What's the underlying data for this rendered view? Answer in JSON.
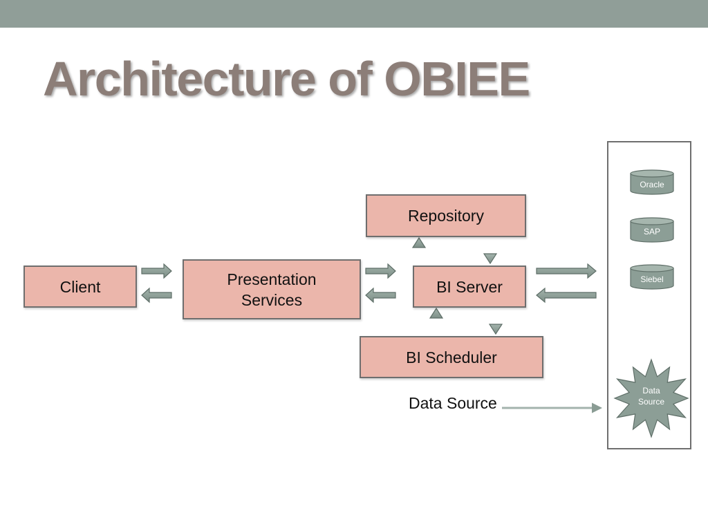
{
  "slide": {
    "title": "Architecture of OBIEE"
  },
  "components": {
    "client": "Client",
    "presentation_services": "Presentation Services",
    "repository": "Repository",
    "bi_server": "BI Server",
    "bi_scheduler": "BI Scheduler"
  },
  "data_sources": {
    "databases": [
      "Oracle",
      "SAP",
      "Siebel"
    ],
    "star_label_line1": "Data",
    "star_label_line2": "Source",
    "callout_label": "Data Source"
  },
  "colors": {
    "top_bar": "#909e98",
    "title_text": "#8c7e78",
    "box_fill": "#ebb6ab",
    "box_border": "#6e6e6e",
    "arrow_fill": "#8a9c94",
    "database_fill": "#8c9e96"
  },
  "icons": {
    "database": "database-cylinder-icon",
    "arrow": "block-arrow-icon",
    "star": "starburst-icon"
  }
}
